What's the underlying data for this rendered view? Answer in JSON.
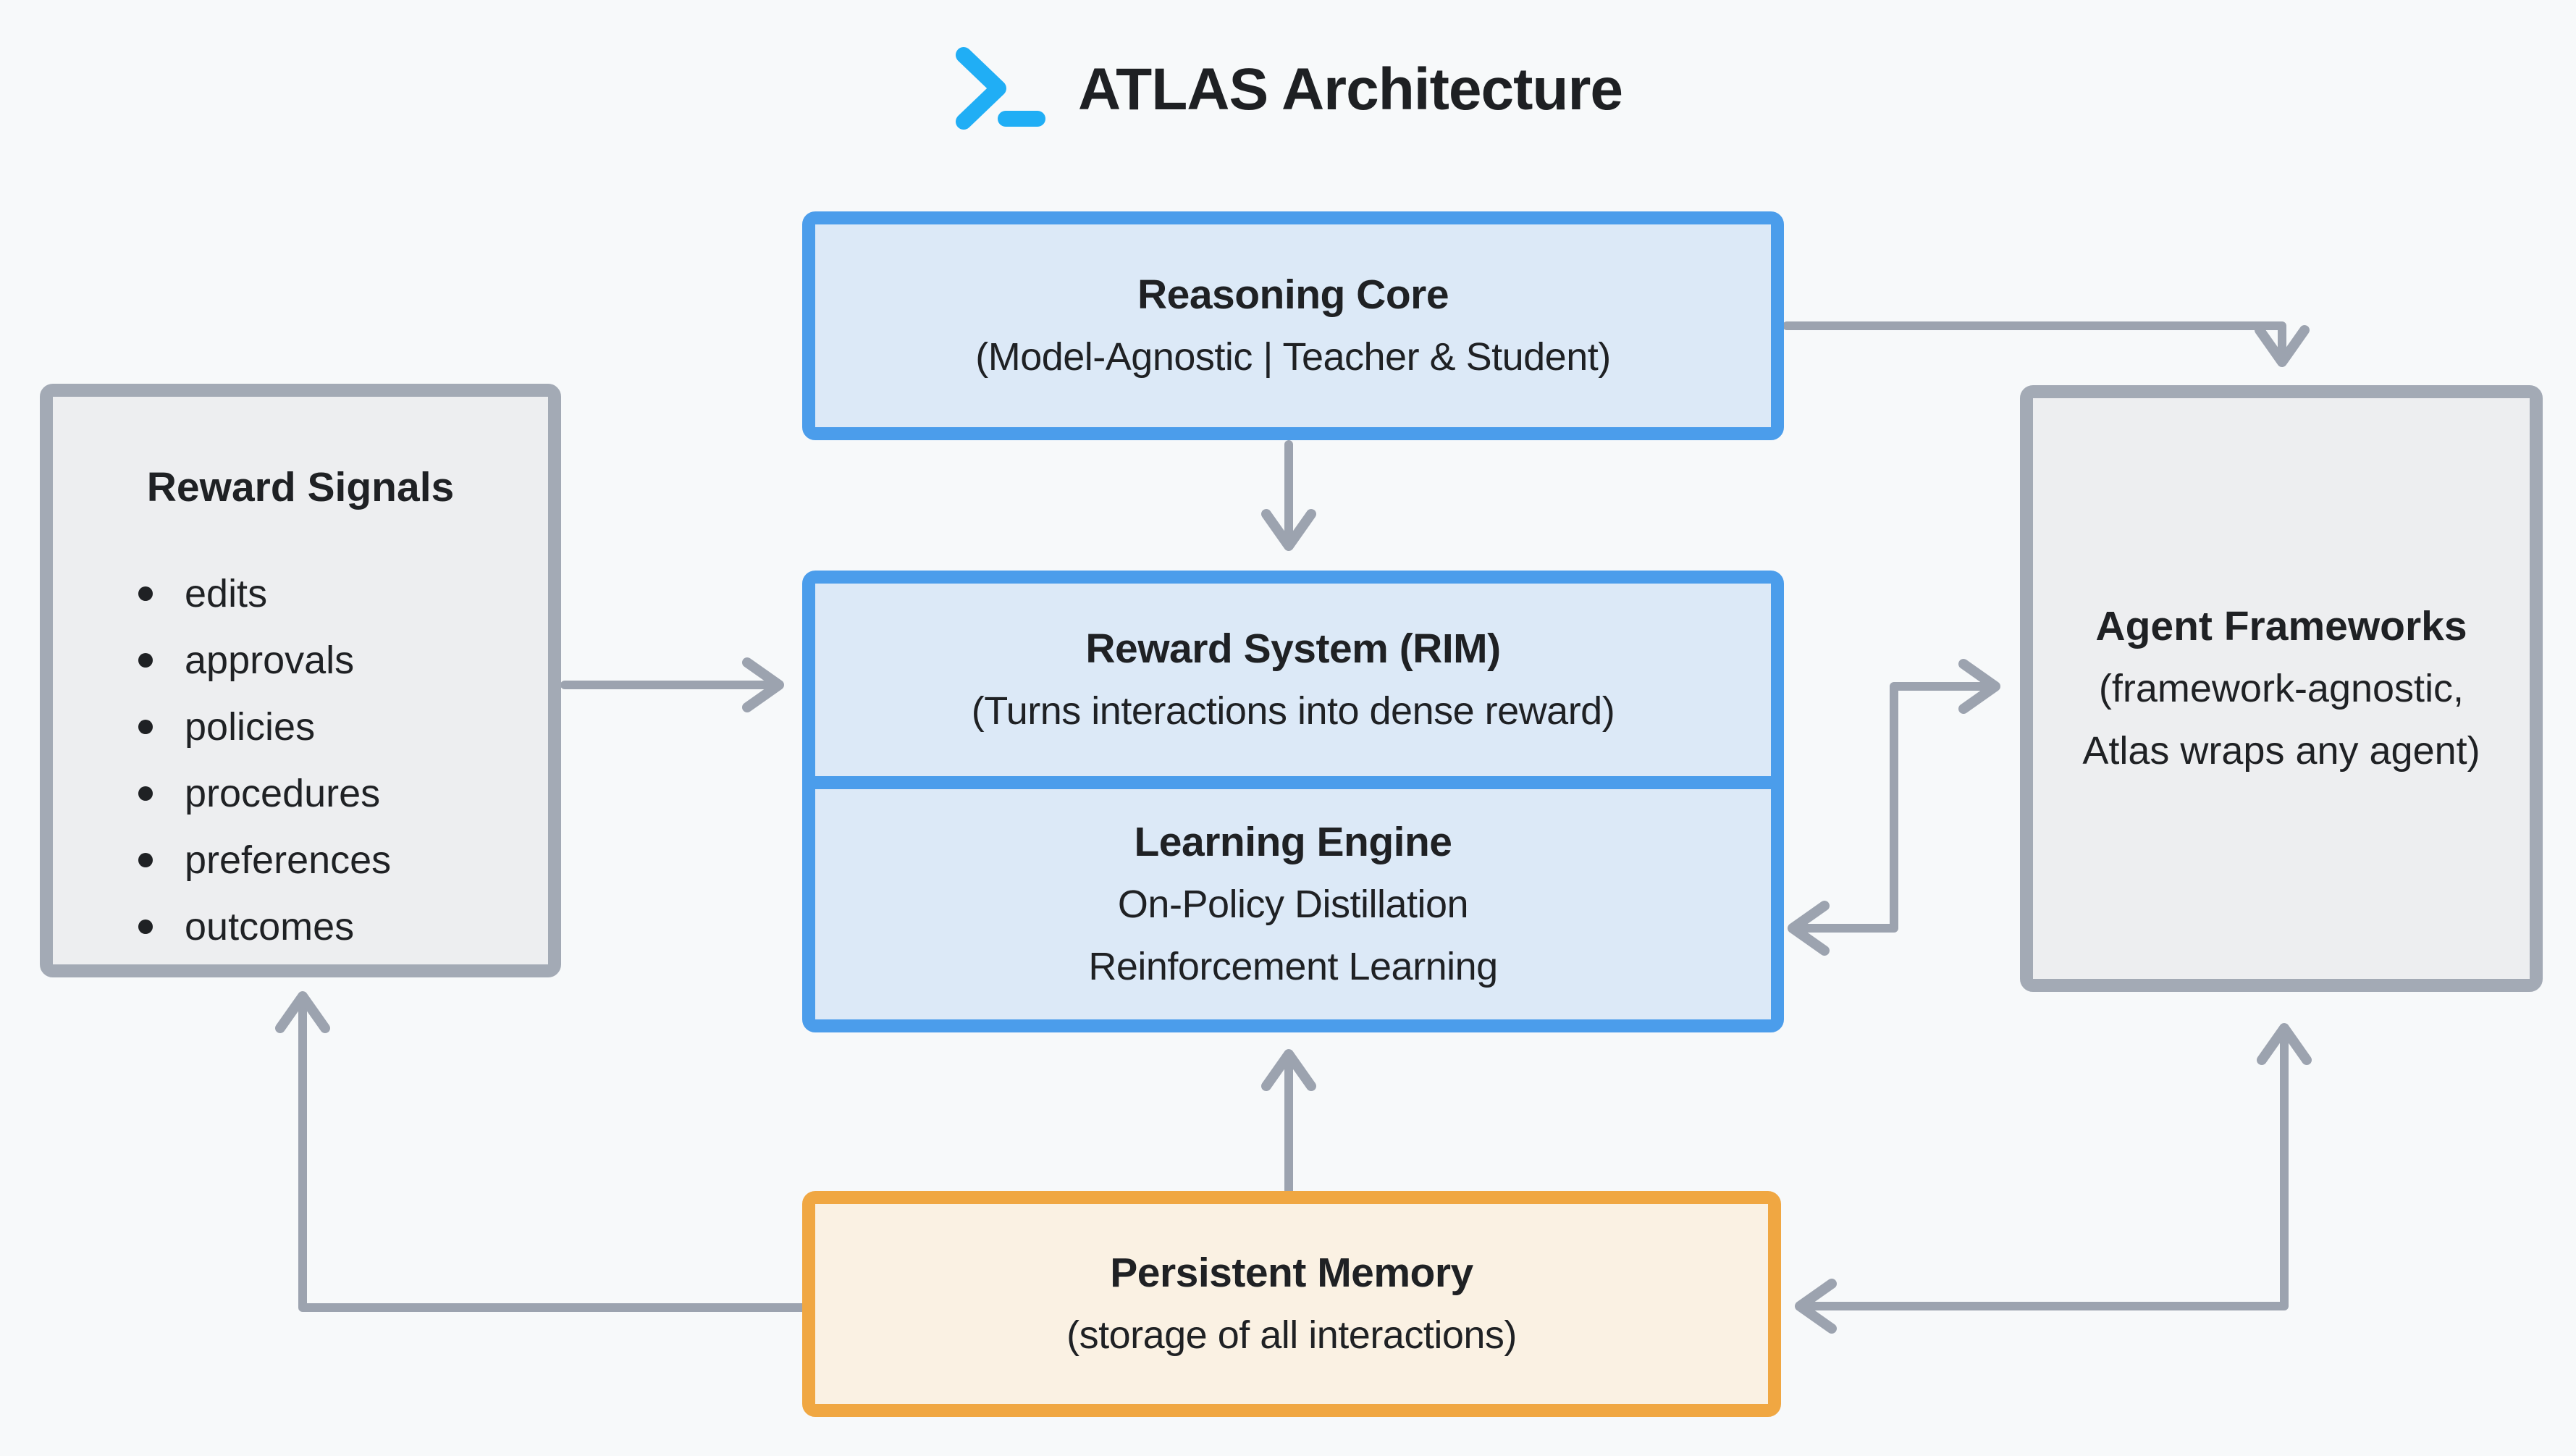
{
  "title": {
    "text": "ATLAS Architecture",
    "icon": "terminal-prompt-icon"
  },
  "colors": {
    "background": "#F7F9FA",
    "blue_border": "#4B9DEB",
    "blue_fill": "#DCE9F7",
    "gray_border": "#A3AAB5",
    "gray_fill": "#EDEEF0",
    "orange_border": "#F0A742",
    "orange_fill": "#FAF1E3",
    "arrow_gray": "#9CA3AF",
    "icon_blue": "#20AEF5",
    "text": "#1F2124"
  },
  "boxes": {
    "reasoning_core": {
      "title": "Reasoning Core",
      "subtitle": "(Model-Agnostic | Teacher & Student)"
    },
    "reward_signals": {
      "title": "Reward Signals",
      "items": [
        "edits",
        "approvals",
        "policies",
        "procedures",
        "preferences",
        "outcomes"
      ]
    },
    "reward_system": {
      "title": "Reward System (RIM)",
      "subtitle": "(Turns interactions into dense reward)"
    },
    "learning_engine": {
      "title": "Learning Engine",
      "lines": [
        "On-Policy Distillation",
        "Reinforcement Learning"
      ]
    },
    "agent_frameworks": {
      "title": "Agent Frameworks",
      "subtitle": "(framework-agnostic, Atlas wraps any agent)"
    },
    "persistent_memory": {
      "title": "Persistent Memory",
      "subtitle": "(storage of all interactions)"
    }
  },
  "connections": [
    {
      "from": "reasoning-core",
      "to": "reward-system",
      "bidirectional": false
    },
    {
      "from": "reasoning-core",
      "to": "agent-frameworks",
      "bidirectional": false
    },
    {
      "from": "reward-signals",
      "to": "reward-system",
      "bidirectional": false
    },
    {
      "from": "learning-engine",
      "to": "agent-frameworks",
      "bidirectional": true
    },
    {
      "from": "persistent-memory",
      "to": "learning-engine",
      "bidirectional": false
    },
    {
      "from": "persistent-memory",
      "to": "reward-signals",
      "bidirectional": false
    },
    {
      "from": "agent-frameworks",
      "to": "persistent-memory",
      "bidirectional": true
    }
  ]
}
